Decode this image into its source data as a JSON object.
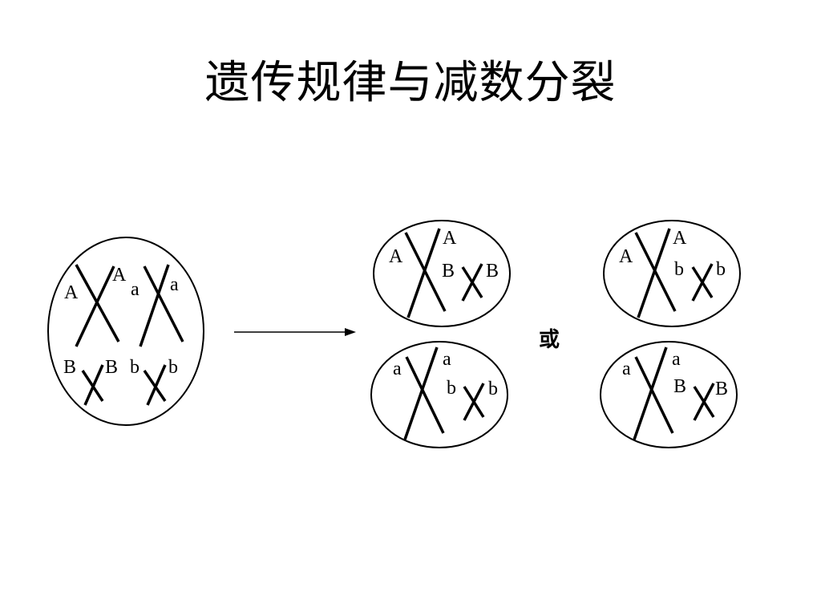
{
  "title": "遗传规律与减数分裂",
  "connector": "或",
  "parent_cell": {
    "pair1_labels": [
      "A",
      "A"
    ],
    "pair2_labels": [
      "a",
      "a"
    ],
    "pair3_labels": [
      "B",
      "B"
    ],
    "pair4_labels": [
      "b",
      "b"
    ]
  },
  "result_1_top": {
    "large_labels": [
      "A",
      "A"
    ],
    "small_labels": [
      "B",
      "B"
    ]
  },
  "result_1_bottom": {
    "large_labels": [
      "a",
      "a"
    ],
    "small_labels": [
      "b",
      "b"
    ]
  },
  "result_2_top": {
    "large_labels": [
      "A",
      "A"
    ],
    "small_labels": [
      "b",
      "b"
    ]
  },
  "result_2_bottom": {
    "large_labels": [
      "a",
      "a"
    ],
    "small_labels": [
      "B",
      "B"
    ]
  }
}
